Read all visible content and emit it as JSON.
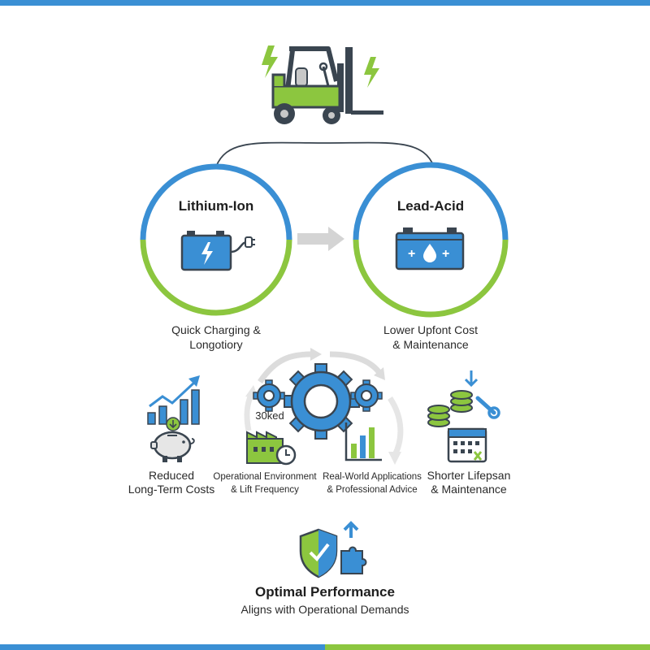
{
  "colors": {
    "blue": "#3a8fd4",
    "green": "#8cc63f",
    "dark": "#3a4550",
    "gray": "#c8c8c8"
  },
  "options": [
    {
      "title": "Lithium-Ion",
      "caption_line1": "Quick Charging &",
      "caption_line2": "Longotiory",
      "icon": "battery-plug-icon"
    },
    {
      "title": "Lead-Acid",
      "caption_line1": "Lower Upfont Cost",
      "caption_line2": "& Maintenance",
      "icon": "battery-drop-icon"
    }
  ],
  "factors": [
    {
      "line1": "Reduced",
      "line2": "Long-Term Costs",
      "icon": "growth-chart-piggy-bank-icon"
    },
    {
      "line1": "Operational Environment",
      "line2": "& Lift Frequency",
      "icon": "factory-clock-icon"
    },
    {
      "line1": "Real-World Applications",
      "line2": "& Professional Advice",
      "icon": "bar-chart-icon"
    },
    {
      "line1": "Shorter Lifepsan",
      "line2": "& Maintenance",
      "icon": "coins-calendar-wrench-icon"
    }
  ],
  "gear_label": "30ked",
  "outcome": {
    "title": "Optimal Performance",
    "subtitle": "Aligns with Operational Demands",
    "icon": "shield-check-puzzle-icon"
  }
}
